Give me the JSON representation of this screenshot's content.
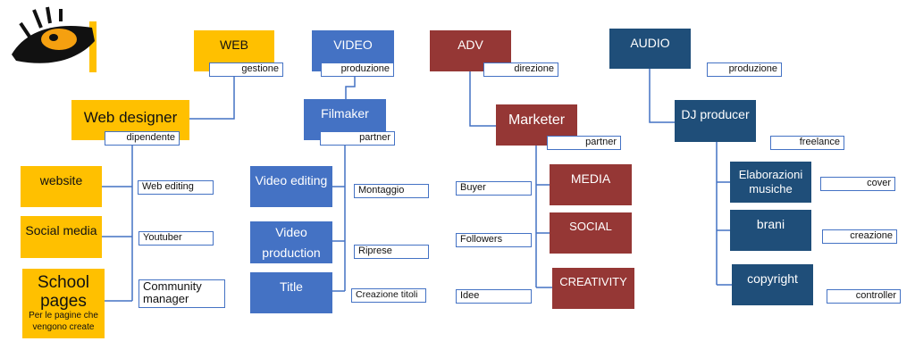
{
  "logo": {
    "icon": "tiger-eye-logo"
  },
  "columns": {
    "web": {
      "title": "WEB",
      "tag": "gestione",
      "role": "Web designer",
      "role_tag": "dipendente",
      "items": [
        {
          "label": "website",
          "tag": "Web editing"
        },
        {
          "label": "Social media",
          "tag": "Youtuber"
        },
        {
          "label": "School pages",
          "sub": "Per le pagine che vengono create",
          "tag": "Community manager"
        }
      ]
    },
    "video": {
      "title": "VIDEO",
      "tag": "produzione",
      "role": "Filmaker",
      "role_tag": "partner",
      "items": [
        {
          "label": "Video editing",
          "tag": "Montaggio"
        },
        {
          "label": "Video production",
          "tag": "Riprese"
        },
        {
          "label": "Title",
          "tag": "Creazione titoli"
        }
      ]
    },
    "adv": {
      "title": "ADV",
      "tag": "direzione",
      "role": "Marketer",
      "role_tag": "partner",
      "items": [
        {
          "label": "MEDIA",
          "tag": "Buyer"
        },
        {
          "label": "SOCIAL",
          "tag": "Followers"
        },
        {
          "label": "CREATIVITY",
          "tag": "Idee"
        }
      ]
    },
    "audio": {
      "title": "AUDIO",
      "tag": "produzione",
      "role": "DJ producer",
      "role_tag": "freelance",
      "items": [
        {
          "label": "Elaborazioni musiche",
          "tag": "cover"
        },
        {
          "label": "brani",
          "tag": "creazione"
        },
        {
          "label": "copyright",
          "tag": "controller"
        }
      ]
    }
  },
  "colors": {
    "web": "#FFC000",
    "video": "#4472C4",
    "adv": "#953735",
    "audio": "#1F4E79"
  }
}
